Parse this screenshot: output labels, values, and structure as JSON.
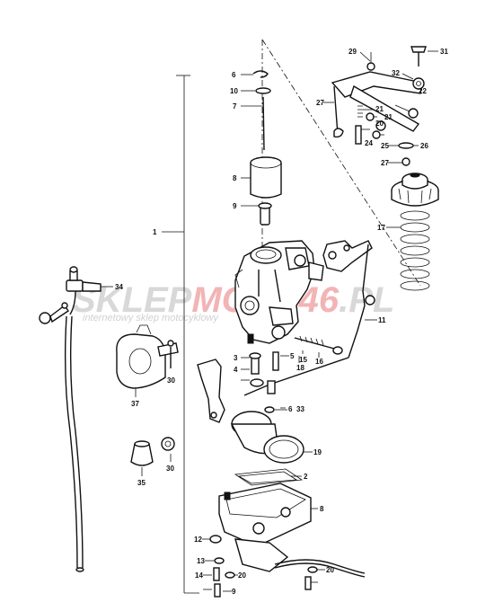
{
  "watermark": {
    "brand_part1": "SKLEP",
    "brand_part2": "MOTO",
    "brand_part3": "46",
    "brand_part4": ".PL",
    "tagline": "internetowy sklep motocyklowy",
    "colors": {
      "gray": "#d0d0d0",
      "red": "#f2a0a0"
    }
  },
  "labels": [
    {
      "key": "l6a",
      "text": "6"
    },
    {
      "key": "l10",
      "text": "10"
    },
    {
      "key": "l7",
      "text": "7"
    },
    {
      "key": "l8",
      "text": "8"
    },
    {
      "key": "l9",
      "text": "9"
    },
    {
      "key": "l1",
      "text": "1"
    },
    {
      "key": "l29",
      "text": "29"
    },
    {
      "key": "l31",
      "text": "31"
    },
    {
      "key": "l32",
      "text": "32"
    },
    {
      "key": "l22",
      "text": "22"
    },
    {
      "key": "l27a",
      "text": "27"
    },
    {
      "key": "l21a",
      "text": "21"
    },
    {
      "key": "l21b",
      "text": "21"
    },
    {
      "key": "l20a",
      "text": "20"
    },
    {
      "key": "l24",
      "text": "24"
    },
    {
      "key": "l25",
      "text": "25"
    },
    {
      "key": "l26",
      "text": "26"
    },
    {
      "key": "l27b",
      "text": "27"
    },
    {
      "key": "l17",
      "text": "17"
    },
    {
      "key": "l34",
      "text": "34"
    },
    {
      "key": "l11",
      "text": "11"
    },
    {
      "key": "l3",
      "text": "3"
    },
    {
      "key": "l4",
      "text": "4"
    },
    {
      "key": "l5",
      "text": "5"
    },
    {
      "key": "l18",
      "text": "18"
    },
    {
      "key": "l15",
      "text": "15"
    },
    {
      "key": "l16",
      "text": "16"
    },
    {
      "key": "l37",
      "text": "37"
    },
    {
      "key": "l30a",
      "text": "30"
    },
    {
      "key": "l6b",
      "text": "6"
    },
    {
      "key": "l33",
      "text": "33"
    },
    {
      "key": "l19",
      "text": "19"
    },
    {
      "key": "l35",
      "text": "35"
    },
    {
      "key": "l30b",
      "text": "30"
    },
    {
      "key": "l2",
      "text": "2"
    },
    {
      "key": "l8b",
      "text": "8"
    },
    {
      "key": "l12",
      "text": "12"
    },
    {
      "key": "l13",
      "text": "13"
    },
    {
      "key": "l14",
      "text": "14"
    },
    {
      "key": "l20b",
      "text": "20"
    },
    {
      "key": "l20c",
      "text": "20"
    },
    {
      "key": "l9b",
      "text": "9"
    }
  ]
}
